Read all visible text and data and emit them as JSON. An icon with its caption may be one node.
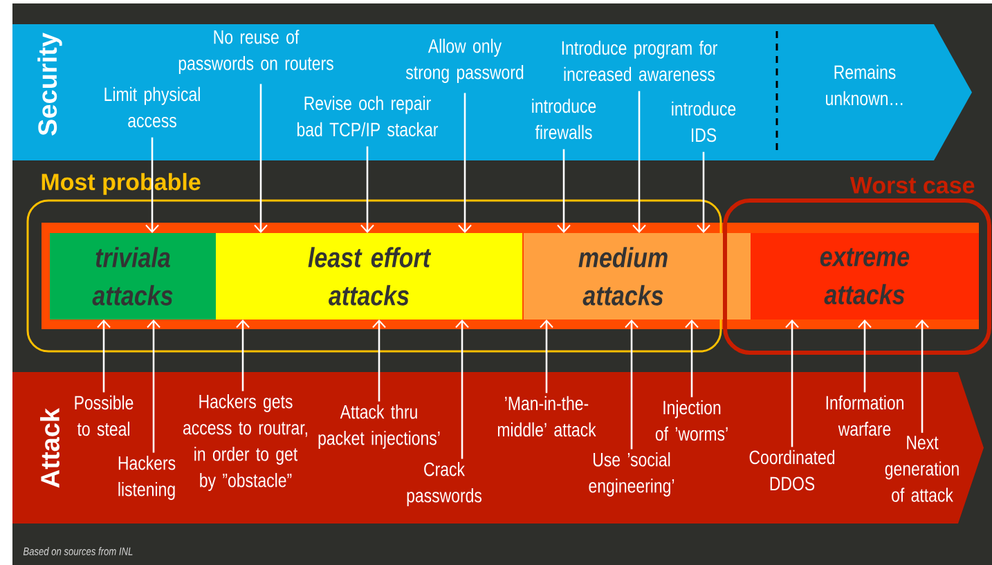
{
  "diagram": {
    "nodes": [
      {
        "text": [
          "Security",
          "Remains unknown…"
        ]
      },
      {
        "text": [
          "Limit physical access"
        ],
        "in": 0
      },
      {
        "text": [
          "No reuse of passwords on routers"
        ],
        "in": 0
      },
      {
        "text": [
          "Revise och repair bad TCP/IP stackar"
        ],
        "in": 0
      },
      {
        "text": [
          "Allow only strong password"
        ],
        "in": 0
      },
      {
        "text": [
          "introduce firewalls"
        ],
        "in": 0
      },
      {
        "text": [
          "Introduce program for increased awareness"
        ],
        "in": 0
      },
      {
        "text": [
          "introduce IDS"
        ],
        "in": 0
      },
      {
        "text": [
          "Most probable"
        ]
      },
      {
        "text": [
          "Worst case"
        ]
      },
      {
        "text": [
          "triviala attacks"
        ],
        "in": 8
      },
      {
        "text": [
          "least effort attacks"
        ],
        "in": 8
      },
      {
        "text": [
          "medium attacks"
        ],
        "in": 8
      },
      {
        "text": [
          "extreme attacks"
        ],
        "in": 9
      },
      {
        "text": [
          "Attack"
        ]
      },
      {
        "text": [
          "Possible to steal"
        ],
        "in": 14
      },
      {
        "text": [
          "Hackers listening"
        ],
        "in": 14
      },
      {
        "text": [
          "Hackers gets access to routrar, in order to get by ”obstacle”"
        ],
        "in": 14
      },
      {
        "text": [
          "Attack thru packet injections’"
        ],
        "in": 14
      },
      {
        "text": [
          "Crack passwords"
        ],
        "in": 14
      },
      {
        "text": [
          "’Man-in-the-middle’ attack"
        ],
        "in": 14
      },
      {
        "text": [
          "Use ’social engineering’"
        ],
        "in": 14
      },
      {
        "text": [
          "Injection of ’worms’"
        ],
        "in": 14
      },
      {
        "text": [
          "Coordinated DDOS"
        ],
        "in": 14
      },
      {
        "text": [
          "Information warfare"
        ],
        "in": 14
      },
      {
        "text": [
          "Next generation of attack"
        ],
        "in": 14
      }
    ],
    "edges": [
      {
        "from": 1,
        "to": 10,
        "arrow": "to"
      },
      {
        "from": 2,
        "to": 11,
        "arrow": "to"
      },
      {
        "from": 3,
        "to": 11,
        "arrow": "to"
      },
      {
        "from": 4,
        "to": 11,
        "arrow": "to"
      },
      {
        "from": 5,
        "to": 12,
        "arrow": "to"
      },
      {
        "from": 6,
        "to": 12,
        "arrow": "to"
      },
      {
        "from": 7,
        "to": 12,
        "arrow": "to"
      },
      {
        "from": 15,
        "to": 10,
        "arrow": "to"
      },
      {
        "from": 16,
        "to": 10,
        "arrow": "to"
      },
      {
        "from": 17,
        "to": 11,
        "arrow": "to"
      },
      {
        "from": 18,
        "to": 11,
        "arrow": "to"
      },
      {
        "from": 19,
        "to": 11,
        "arrow": "to"
      },
      {
        "from": 20,
        "to": 12,
        "arrow": "to"
      },
      {
        "from": 21,
        "to": 12,
        "arrow": "to"
      },
      {
        "from": 22,
        "to": 12,
        "arrow": "to"
      },
      {
        "from": 23,
        "to": 13,
        "arrow": "to"
      },
      {
        "from": 24,
        "to": 13,
        "arrow": "to"
      },
      {
        "from": 25,
        "to": 13,
        "arrow": "to"
      }
    ],
    "labels": [
      "Based on sources from INL"
    ]
  }
}
